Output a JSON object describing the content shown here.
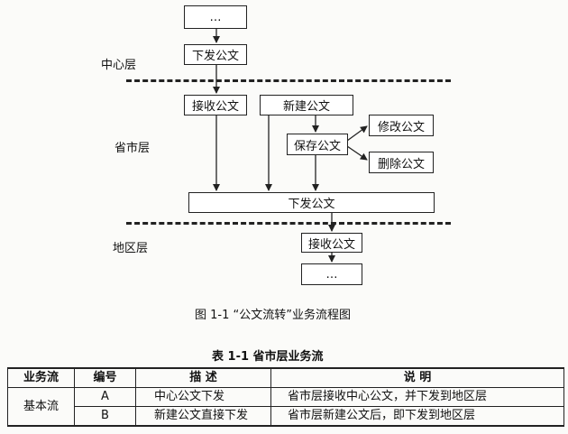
{
  "diagram": {
    "layers": {
      "center": "中心层",
      "province": "省市层",
      "region": "地区层"
    },
    "boxes": {
      "top_ellipsis": "…",
      "center_issue": "下发公文",
      "province_receive": "接收公文",
      "province_new": "新建公文",
      "province_save": "保存公文",
      "province_modify": "修改公文",
      "province_delete": "删除公文",
      "province_issue": "下发公文",
      "region_receive": "接收公文",
      "bottom_ellipsis": "…"
    },
    "figure_caption": "图 1-1 “公文流转”业务流程图"
  },
  "table": {
    "title": "表 1-1    省市层业务流",
    "headers": [
      "业务流",
      "编号",
      "描    述",
      "说      明"
    ],
    "group_label": "基本流",
    "rows": [
      {
        "id": "A",
        "description": "中心公文下发",
        "note": "省市层接收中心公文，并下发到地区层"
      },
      {
        "id": "B",
        "description": "新建公文直接下发",
        "note": "省市层新建公文后，即下发到地区层"
      }
    ]
  }
}
